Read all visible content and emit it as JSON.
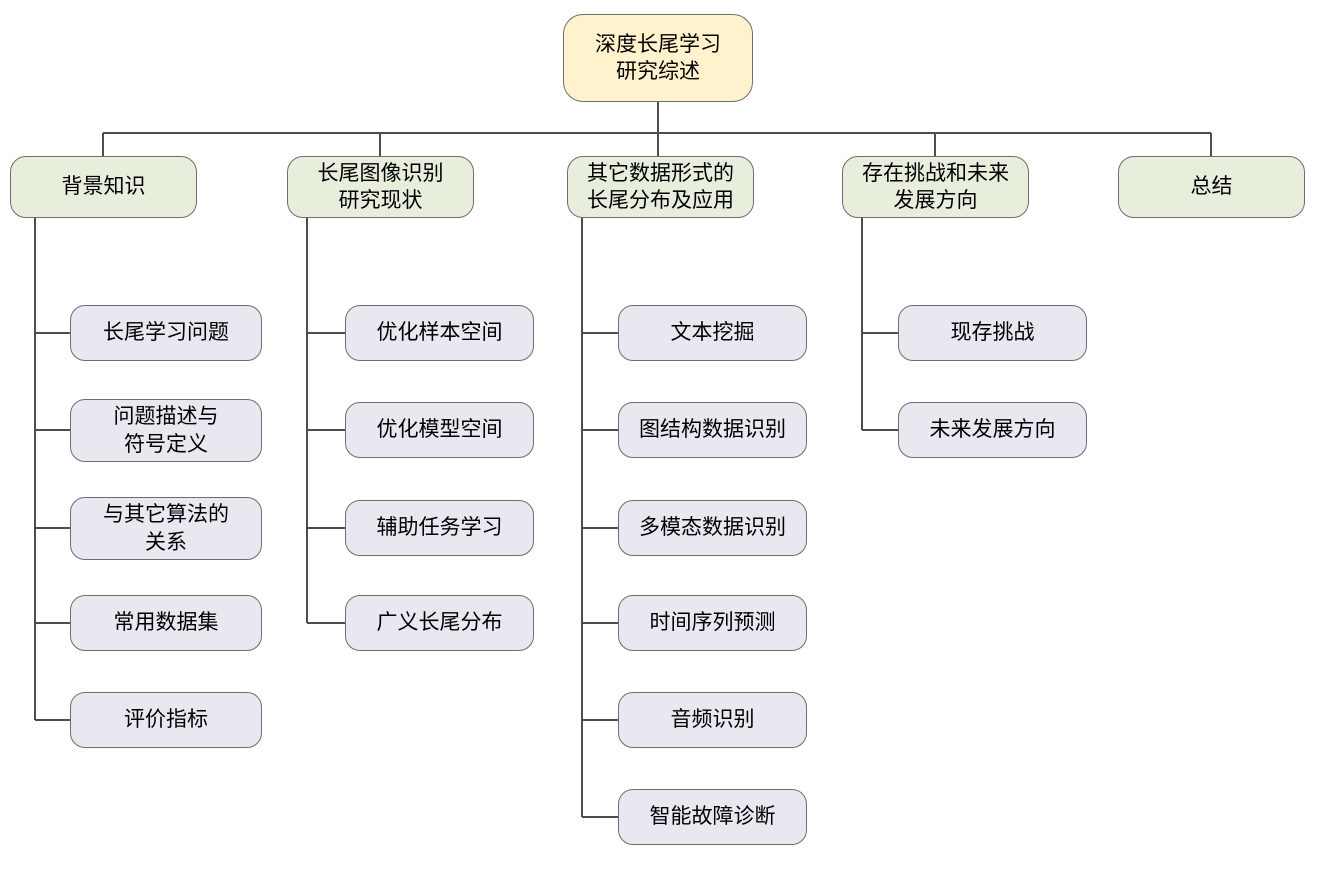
{
  "diagram": {
    "title": "深度长尾学习研究综述",
    "root": {
      "label": "深度长尾学习\n研究综述"
    },
    "branches": [
      {
        "label": "背景知识",
        "children": [
          {
            "label": "长尾学习问题"
          },
          {
            "label": "问题描述与\n符号定义"
          },
          {
            "label": "与其它算法的\n关系"
          },
          {
            "label": "常用数据集"
          },
          {
            "label": "评价指标"
          }
        ]
      },
      {
        "label": "长尾图像识别\n研究现状",
        "children": [
          {
            "label": "优化样本空间"
          },
          {
            "label": "优化模型空间"
          },
          {
            "label": "辅助任务学习"
          },
          {
            "label": "广义长尾分布"
          }
        ]
      },
      {
        "label": "其它数据形式的\n长尾分布及应用",
        "children": [
          {
            "label": "文本挖掘"
          },
          {
            "label": "图结构数据识别"
          },
          {
            "label": "多模态数据识别"
          },
          {
            "label": "时间序列预测"
          },
          {
            "label": "音频识别"
          },
          {
            "label": "智能故障诊断"
          }
        ]
      },
      {
        "label": "存在挑战和未来\n发展方向",
        "children": [
          {
            "label": "现存挑战"
          },
          {
            "label": "未来发展方向"
          }
        ]
      },
      {
        "label": "总结",
        "children": []
      }
    ],
    "colors": {
      "root_fill": "#FFF2CC",
      "branch_fill": "#E7EEDC",
      "child_fill": "#E9E7F0",
      "node_border": "#6E6E6E",
      "connector": "#4D4D4D"
    }
  }
}
